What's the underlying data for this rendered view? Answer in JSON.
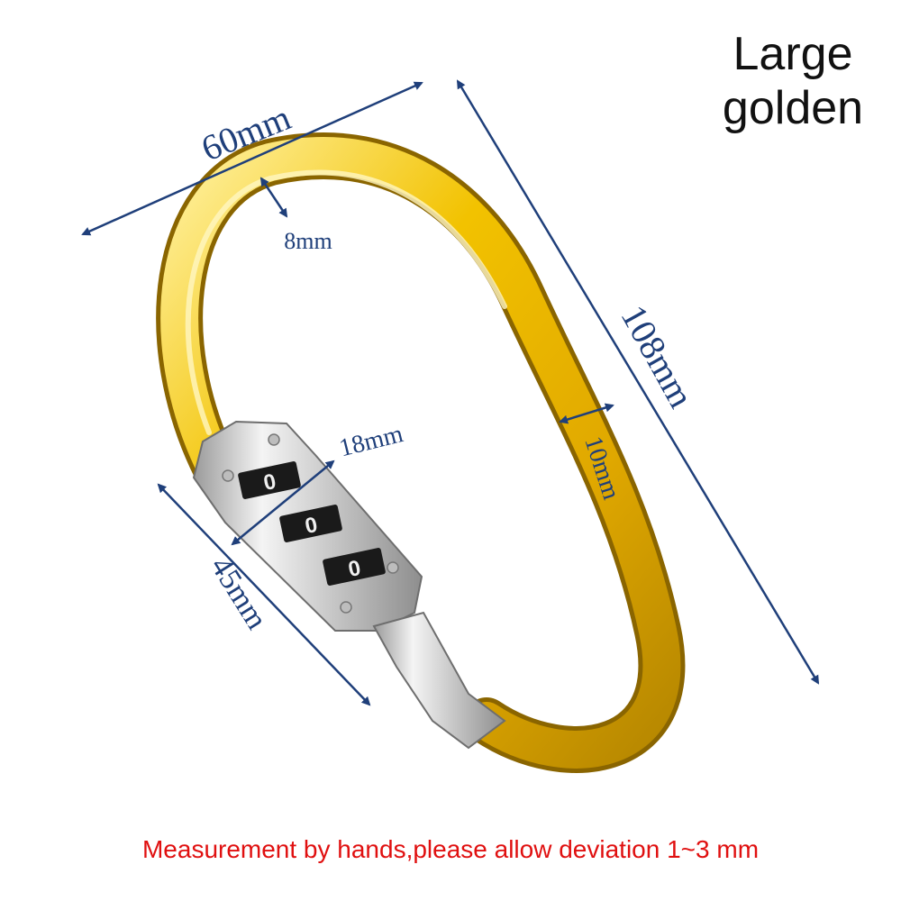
{
  "title": {
    "line1": "Large",
    "line2": "golden"
  },
  "measurements": {
    "width": "60mm",
    "length": "108mm",
    "wire_top": "8mm",
    "wire_side": "10mm",
    "lock_width": "18mm",
    "lock_length": "45mm"
  },
  "lock_digits": [
    "0",
    "0",
    "0"
  ],
  "note": "Measurement by hands,please allow deviation 1~3 mm",
  "colors": {
    "gold": "#f2c200",
    "gold_dark": "#b68700",
    "arrow": "#1f3f7a",
    "chrome": "#d9d9d9",
    "note": "#e01010"
  }
}
